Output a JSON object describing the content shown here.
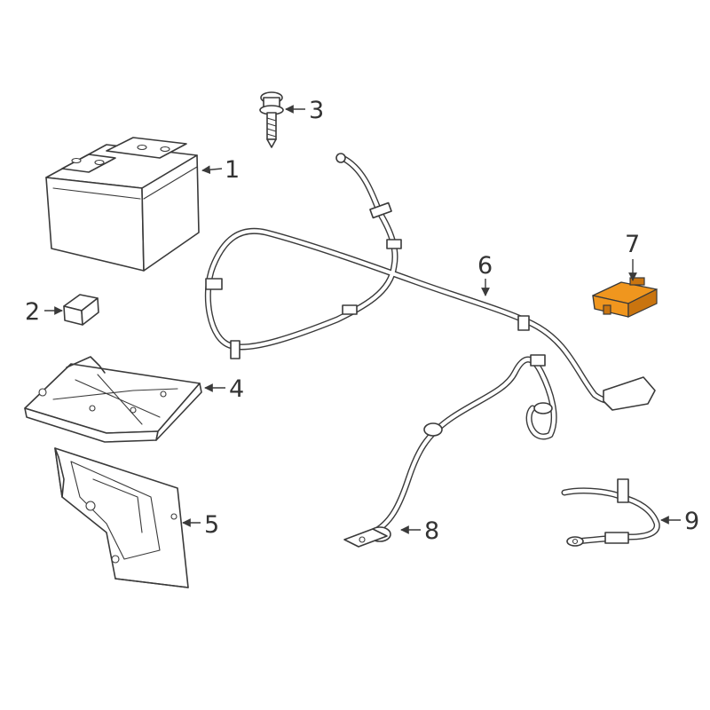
{
  "callouts": [
    {
      "id": "1",
      "label": "1"
    },
    {
      "id": "2",
      "label": "2"
    },
    {
      "id": "3",
      "label": "3"
    },
    {
      "id": "4",
      "label": "4"
    },
    {
      "id": "5",
      "label": "5"
    },
    {
      "id": "6",
      "label": "6"
    },
    {
      "id": "7",
      "label": "7"
    },
    {
      "id": "8",
      "label": "8"
    },
    {
      "id": "9",
      "label": "9"
    }
  ],
  "highlight_color": "#f0961e",
  "line_color": "#3a3a3a"
}
